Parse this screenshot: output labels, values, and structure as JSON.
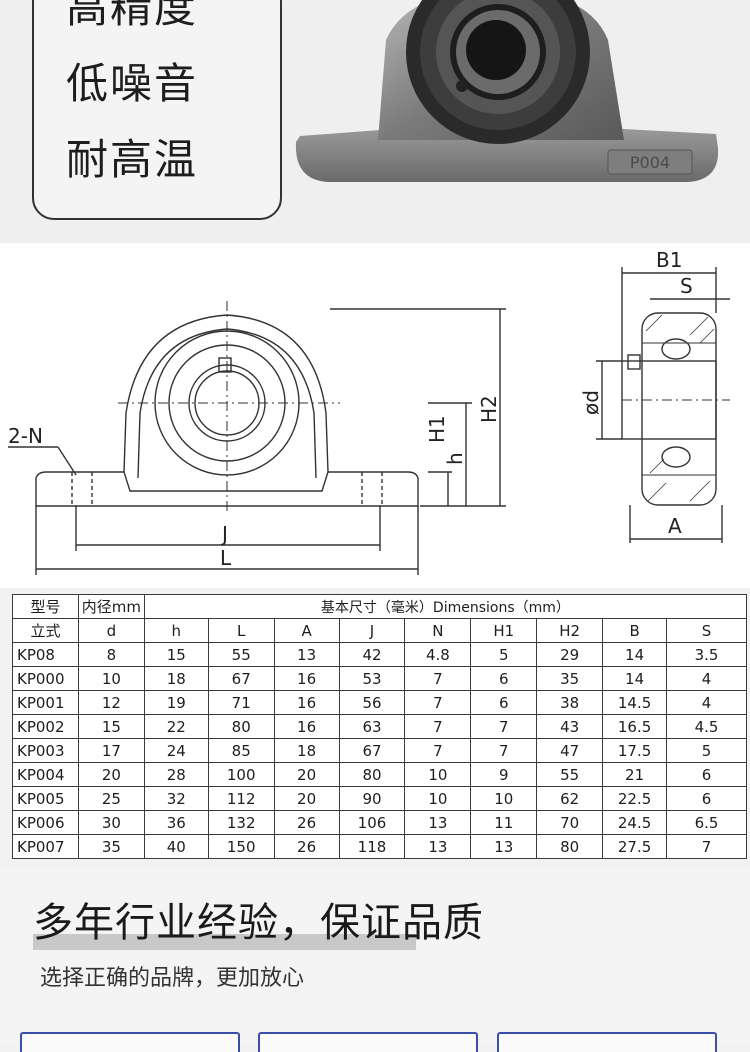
{
  "features": [
    "高精度",
    "低噪音",
    "耐高温"
  ],
  "product_marking": "P004",
  "drawing_labels": {
    "two_n": "2-N",
    "j": "J",
    "l": "L",
    "h1": "H1",
    "h": "h",
    "h2": "H2",
    "b1": "B1",
    "s": "S",
    "d": "ød",
    "a": "A"
  },
  "table": {
    "header_model": "型号",
    "header_bore": "内径mm",
    "header_group": "基本尺寸（毫米）Dimensions（mm）",
    "header_row2": [
      "立式",
      "d",
      "h",
      "L",
      "A",
      "J",
      "N",
      "H1",
      "H2",
      "B",
      "S"
    ],
    "rows": [
      [
        "KP08",
        "8",
        "15",
        "55",
        "13",
        "42",
        "4.8",
        "5",
        "29",
        "14",
        "3.5"
      ],
      [
        "KP000",
        "10",
        "18",
        "67",
        "16",
        "53",
        "7",
        "6",
        "35",
        "14",
        "4"
      ],
      [
        "KP001",
        "12",
        "19",
        "71",
        "16",
        "56",
        "7",
        "6",
        "38",
        "14.5",
        "4"
      ],
      [
        "KP002",
        "15",
        "22",
        "80",
        "16",
        "63",
        "7",
        "7",
        "43",
        "16.5",
        "4.5"
      ],
      [
        "KP003",
        "17",
        "24",
        "85",
        "18",
        "67",
        "7",
        "7",
        "47",
        "17.5",
        "5"
      ],
      [
        "KP004",
        "20",
        "28",
        "100",
        "20",
        "80",
        "10",
        "9",
        "55",
        "21",
        "6"
      ],
      [
        "KP005",
        "25",
        "32",
        "112",
        "20",
        "90",
        "10",
        "10",
        "62",
        "22.5",
        "6"
      ],
      [
        "KP006",
        "30",
        "36",
        "132",
        "26",
        "106",
        "13",
        "11",
        "70",
        "24.5",
        "6.5"
      ],
      [
        "KP007",
        "35",
        "40",
        "150",
        "26",
        "118",
        "13",
        "13",
        "80",
        "27.5",
        "7"
      ]
    ]
  },
  "headline": "多年行业经验，保证品质",
  "subline": "选择正确的品牌，更加放心"
}
